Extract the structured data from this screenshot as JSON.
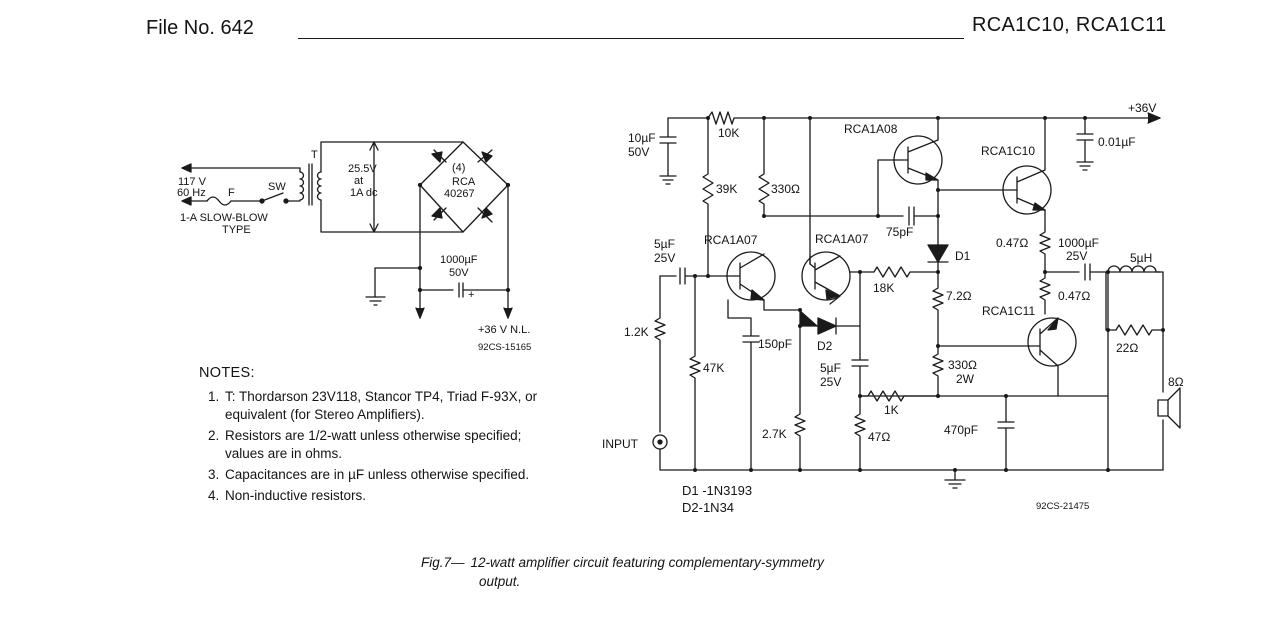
{
  "header": {
    "file_no": "File No. 642",
    "devices": "RCA1C10, RCA1C11"
  },
  "power_supply": {
    "line_voltage": "117 V",
    "line_freq": "60 Hz",
    "fuse_label": "F",
    "switch_label": "SW",
    "fuse_type_1": "1-A SLOW-BLOW",
    "fuse_type_2": "TYPE",
    "transformer_label": "T",
    "secondary_1": "25.5V",
    "secondary_2": "at",
    "secondary_3": "1A dc",
    "bridge_1": "(4)",
    "bridge_2": "RCA",
    "bridge_3": "40267",
    "filter_cap_1": "1000µF",
    "filter_cap_2": "50V",
    "cap_plus": "+",
    "output": "+36 V N.L.",
    "code": "92CS-15165"
  },
  "amplifier": {
    "supply": "+36V",
    "c_in_10_1": "10µF",
    "c_in_10_2": "50V",
    "r_10k": "10K",
    "q_rca1a08": "RCA1A08",
    "q_rca1c10": "RCA1C10",
    "c_001": "0.01µF",
    "r_39k": "39K",
    "r_330": "330Ω",
    "c_75pf": "75pF",
    "d1": "D1",
    "r_047a": "0.47Ω",
    "c_1000_1": "1000µF",
    "c_1000_2": "25V",
    "l_5uh": "5µH",
    "c_5uf_a1": "5µF",
    "c_5uf_a2": "25V",
    "q_rca1a07a": "RCA1A07",
    "q_rca1a07b": "RCA1A07",
    "r_18k": "18K",
    "r_72": "7.2Ω",
    "r_047b": "0.47Ω",
    "q_rca1c11": "RCA1C11",
    "r_12k": "1.2K",
    "c_150pf": "150pF",
    "d2": "D2",
    "r_22": "22Ω",
    "r_47k": "47K",
    "c_5uf_b1": "5µF",
    "c_5uf_b2": "25V",
    "r_330_2w_1": "330Ω",
    "r_330_2w_2": "2W",
    "speaker": "8Ω",
    "r_1k": "1K",
    "r_27k": "2.7K",
    "r_47": "47Ω",
    "c_470pf": "470pF",
    "input": "INPUT",
    "d1_part": "D1 -1N3193",
    "d2_part": "D2-1N34",
    "code": "92CS-21475"
  },
  "notes": {
    "title": "NOTES:",
    "items": [
      "T: Thordarson 23V118, Stancor TP4, Triad F-93X, or equivalent (for Stereo Amplifiers).",
      "Resistors are 1/2-watt unless otherwise specified; values are in ohms.",
      "Capacitances are in µF unless otherwise specified.",
      "Non-inductive resistors."
    ]
  },
  "caption": {
    "fig": "Fig.7—",
    "line1": "12-watt amplifier circuit featuring complementary-symmetry",
    "line2": "output."
  }
}
